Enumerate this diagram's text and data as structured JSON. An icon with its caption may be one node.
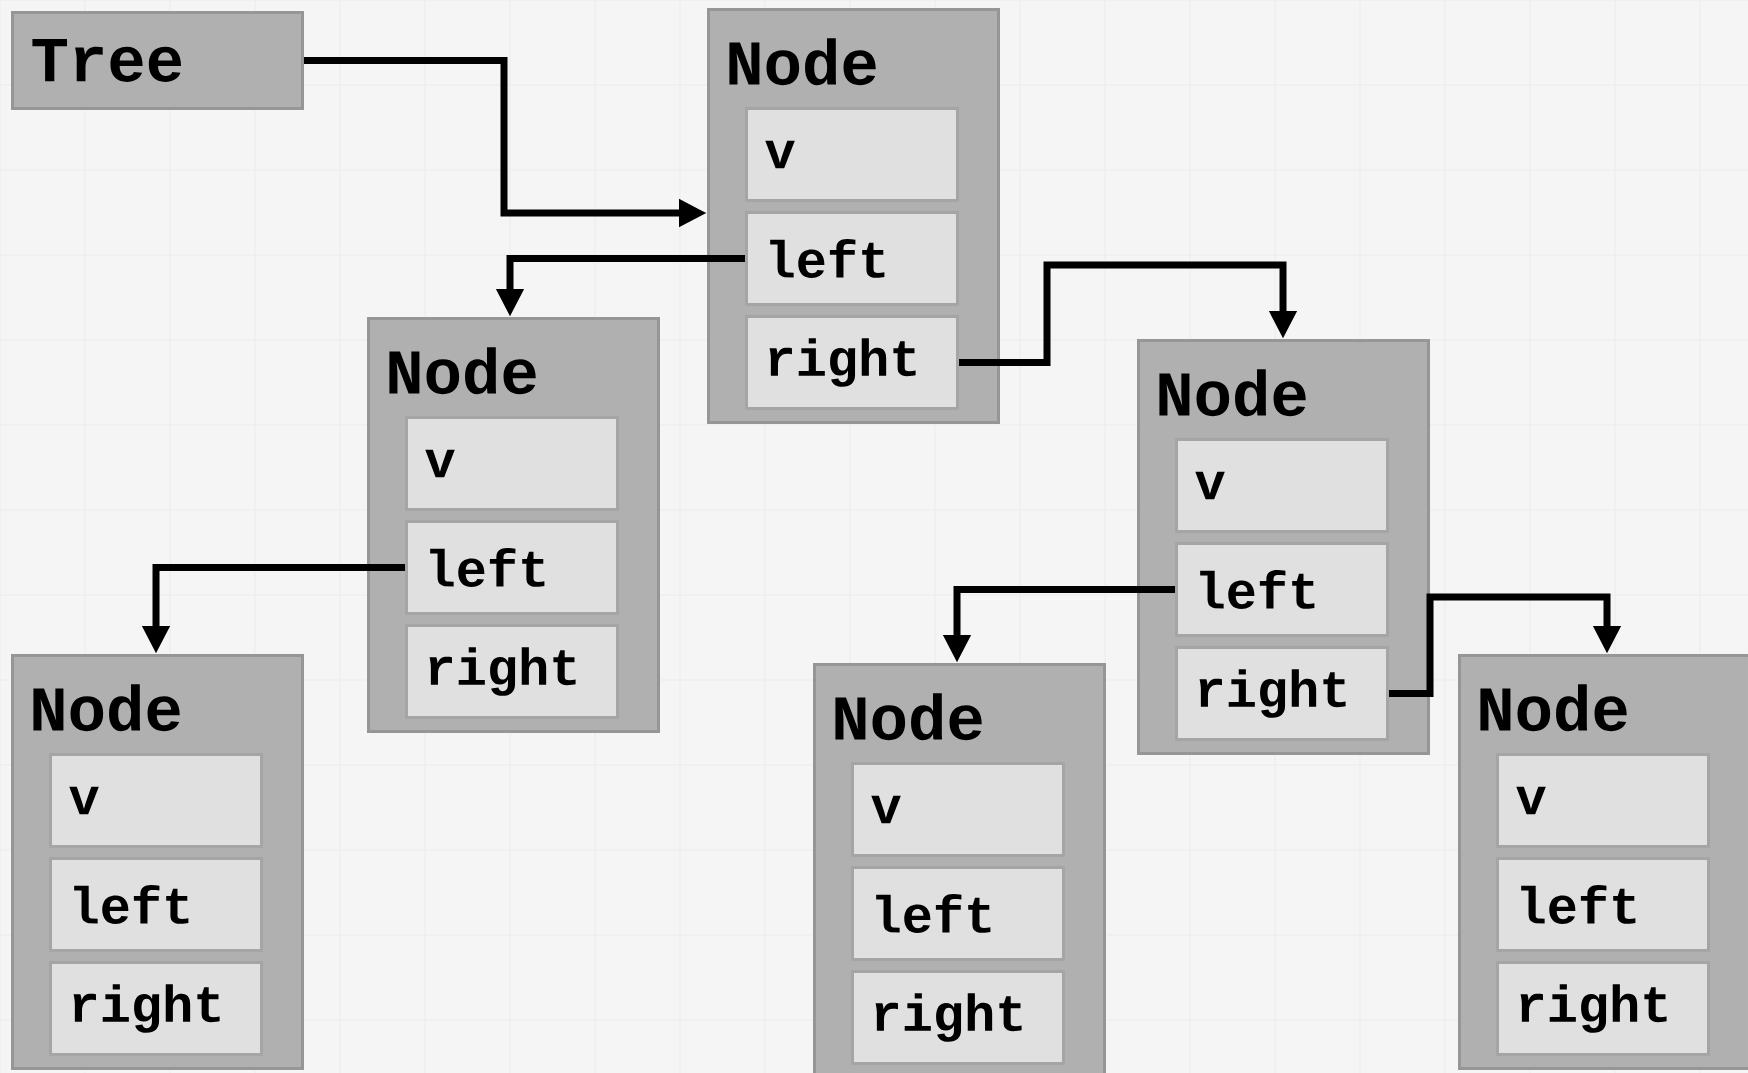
{
  "diagram": {
    "nodes": [
      {
        "text": [
          "Tree"
        ]
      },
      {
        "text": [
          "Node"
        ]
      },
      {
        "text": [
          "v"
        ],
        "in": 1
      },
      {
        "text": [
          "left"
        ],
        "in": 1
      },
      {
        "text": [
          "right"
        ],
        "in": 1
      },
      {
        "text": [
          "Node"
        ]
      },
      {
        "text": [
          "v"
        ],
        "in": 5
      },
      {
        "text": [
          "left"
        ],
        "in": 5
      },
      {
        "text": [
          "right"
        ],
        "in": 5
      },
      {
        "text": [
          "Node"
        ]
      },
      {
        "text": [
          "v"
        ],
        "in": 9
      },
      {
        "text": [
          "left"
        ],
        "in": 9
      },
      {
        "text": [
          "right"
        ],
        "in": 9
      },
      {
        "text": [
          "Node"
        ]
      },
      {
        "text": [
          "v"
        ],
        "in": 13
      },
      {
        "text": [
          "left"
        ],
        "in": 13
      },
      {
        "text": [
          "right"
        ],
        "in": 13
      },
      {
        "text": [
          "Node"
        ]
      },
      {
        "text": [
          "v"
        ],
        "in": 17
      },
      {
        "text": [
          "left"
        ],
        "in": 17
      },
      {
        "text": [
          "right"
        ],
        "in": 17
      },
      {
        "text": [
          "Node"
        ]
      },
      {
        "text": [
          "v"
        ],
        "in": 21
      },
      {
        "text": [
          "left"
        ],
        "in": 21
      },
      {
        "text": [
          "right"
        ],
        "in": 21
      }
    ],
    "edges": [
      {
        "from": 0,
        "to": 1,
        "arrow": "to"
      },
      {
        "from": 3,
        "to": 5,
        "arrow": "to"
      },
      {
        "from": 4,
        "to": 9,
        "arrow": "to"
      },
      {
        "from": 7,
        "to": 13,
        "arrow": "to"
      },
      {
        "from": 11,
        "to": 17,
        "arrow": "to"
      },
      {
        "from": 12,
        "to": 21,
        "arrow": "to"
      }
    ]
  }
}
